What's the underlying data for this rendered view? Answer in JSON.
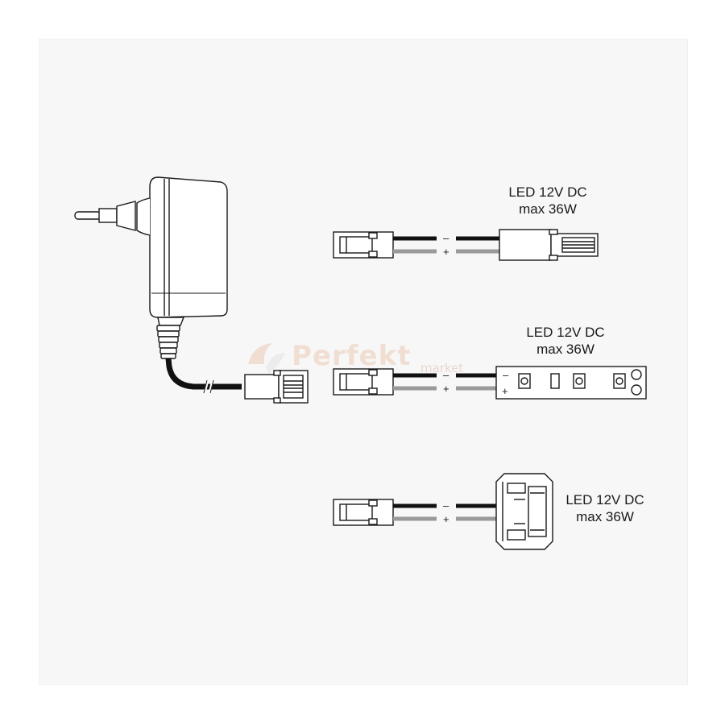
{
  "labels": [
    {
      "line1": "LED 12V DC",
      "line2": "max 36W"
    },
    {
      "line1": "LED 12V DC",
      "line2": "max 36W"
    },
    {
      "line1": "LED 12V DC",
      "line2": "max 36W"
    }
  ],
  "polarity": {
    "minus": "–",
    "plus": "+"
  },
  "watermark": {
    "brand": "Perfekt",
    "sub": "market"
  },
  "colors": {
    "line": "#1a1a1a",
    "wire_black": "#111111",
    "wire_grey": "#9a9a9a",
    "background": "#f7f7f7"
  }
}
